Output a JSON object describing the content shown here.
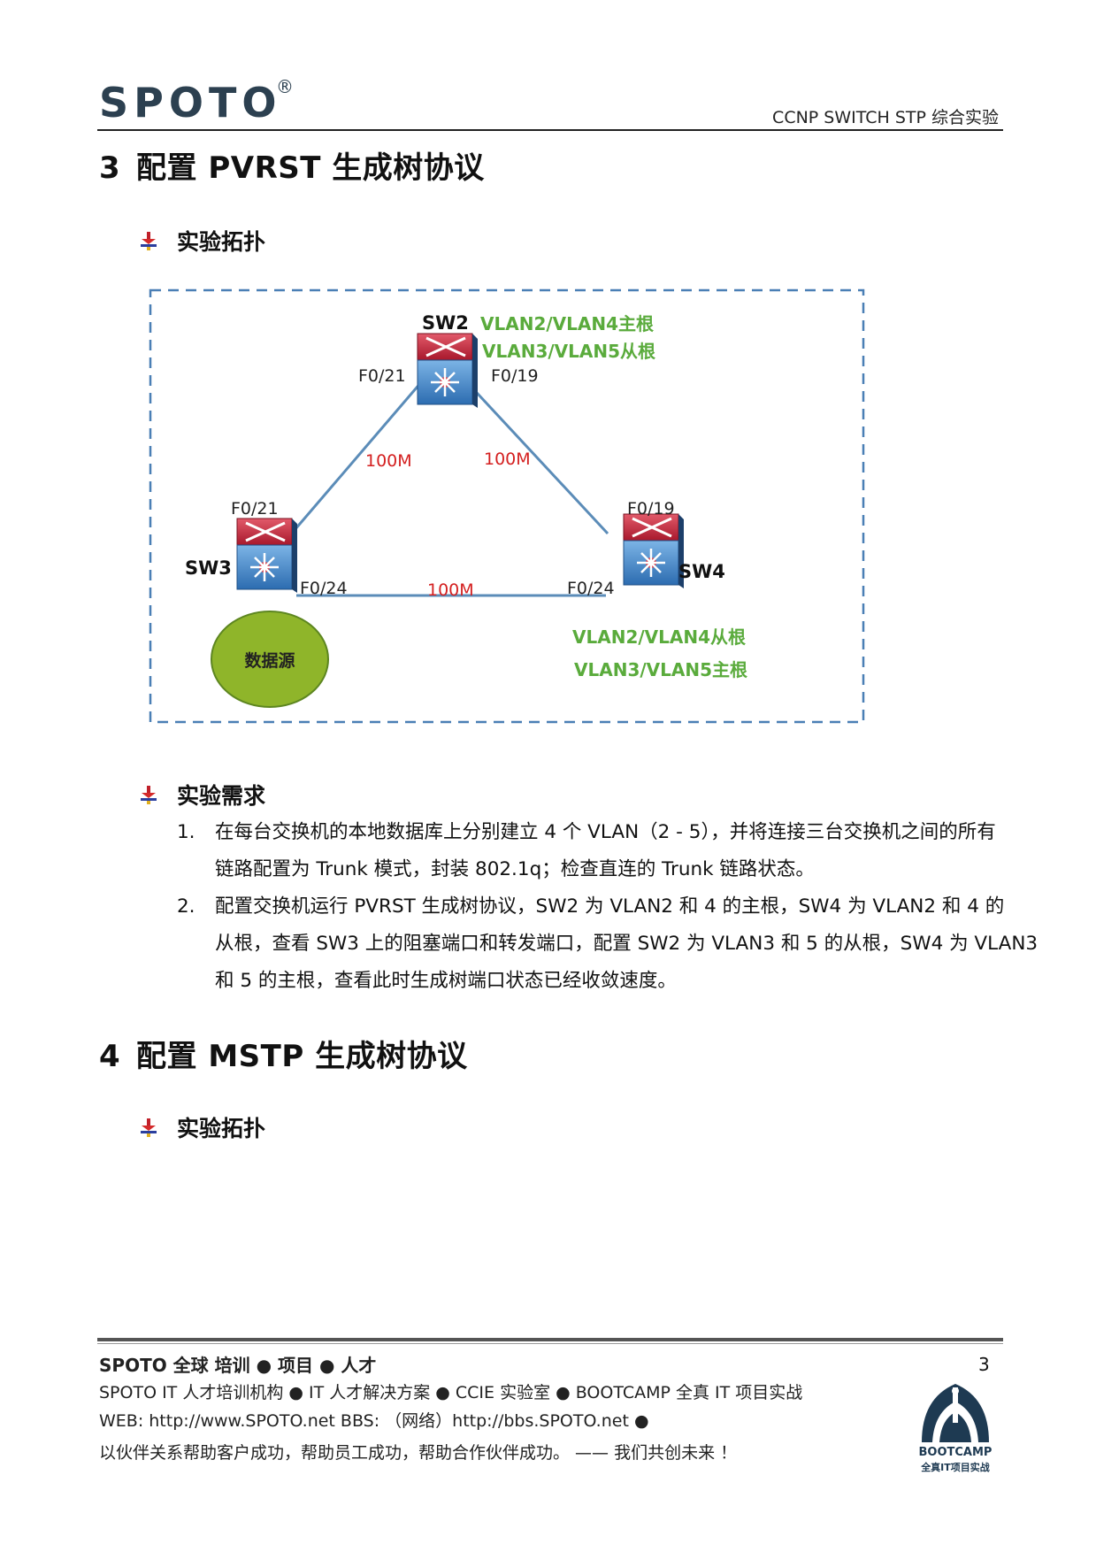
{
  "header": {
    "logo": "SPOTO",
    "registered_mark": "®",
    "doc_title": "CCNP SWITCH STP 综合实验"
  },
  "section3": {
    "number": "3",
    "title": "配置 PVRST 生成树协议"
  },
  "sub_topo1": "实验拓扑",
  "topology": {
    "sw2": {
      "name": "SW2",
      "port_left": "F0/21",
      "port_right": "F0/19",
      "role_line1": "VLAN2/VLAN4主根",
      "role_line2": "VLAN3/VLAN5从根"
    },
    "sw3": {
      "name": "SW3",
      "port_up": "F0/21",
      "port_right": "F0/24",
      "datasource": "数据源"
    },
    "sw4": {
      "name": "SW4",
      "port_up": "F0/19",
      "port_left": "F0/24",
      "role_line1": "VLAN2/VLAN4从根",
      "role_line2": "VLAN3/VLAN5主根"
    },
    "links": {
      "sw2_sw3": "100M",
      "sw2_sw4": "100M",
      "sw3_sw4": "100M"
    },
    "colors": {
      "role_text": "#5aab3c",
      "link_speed": "#d42020",
      "border": "#4a7fb5",
      "link": "#5b8cb8",
      "datasource": "#8fb52a"
    }
  },
  "sub_req": "实验需求",
  "requirements": [
    {
      "num": "1.",
      "lines": [
        "在每台交换机的本地数据库上分别建立 4 个 VLAN（2 - 5），并将连接三台交换机之间的所有",
        "链路配置为 Trunk 模式，封装 802.1q；检查直连的 Trunk 链路状态。"
      ]
    },
    {
      "num": "2.",
      "lines": [
        "配置交换机运行 PVRST 生成树协议，SW2 为 VLAN2 和 4 的主根，SW4 为 VLAN2 和 4 的",
        "从根，查看 SW3 上的阻塞端口和转发端口，配置 SW2 为 VLAN3 和 5 的从根，SW4 为 VLAN3",
        "和 5 的主根，查看此时生成树端口状态已经收敛速度。"
      ]
    }
  ],
  "section4": {
    "number": "4",
    "title": "配置 MSTP 生成树协议"
  },
  "sub_topo2": "实验拓扑",
  "footer": {
    "tagline": "SPOTO 全球  培训 ● 项目 ● 人才",
    "line2": "SPOTO IT 人才培训机构  ●  IT 人才解决方案  ●  CCIE 实验室  ●  BOOTCAMP 全真 IT 项目实战",
    "line3": "WEB: http://www.SPOTO.net    BBS: （网络）http://bbs.SPOTO.net  ●",
    "line4": "以伙伴关系帮助客户成功，帮助员工成功，帮助合作伙伴成功。  ——  我们共创未来 ！",
    "page_number": "3",
    "bootcamp_name": "BOOTCAMP",
    "bootcamp_sub": "全真IT项目实战"
  }
}
